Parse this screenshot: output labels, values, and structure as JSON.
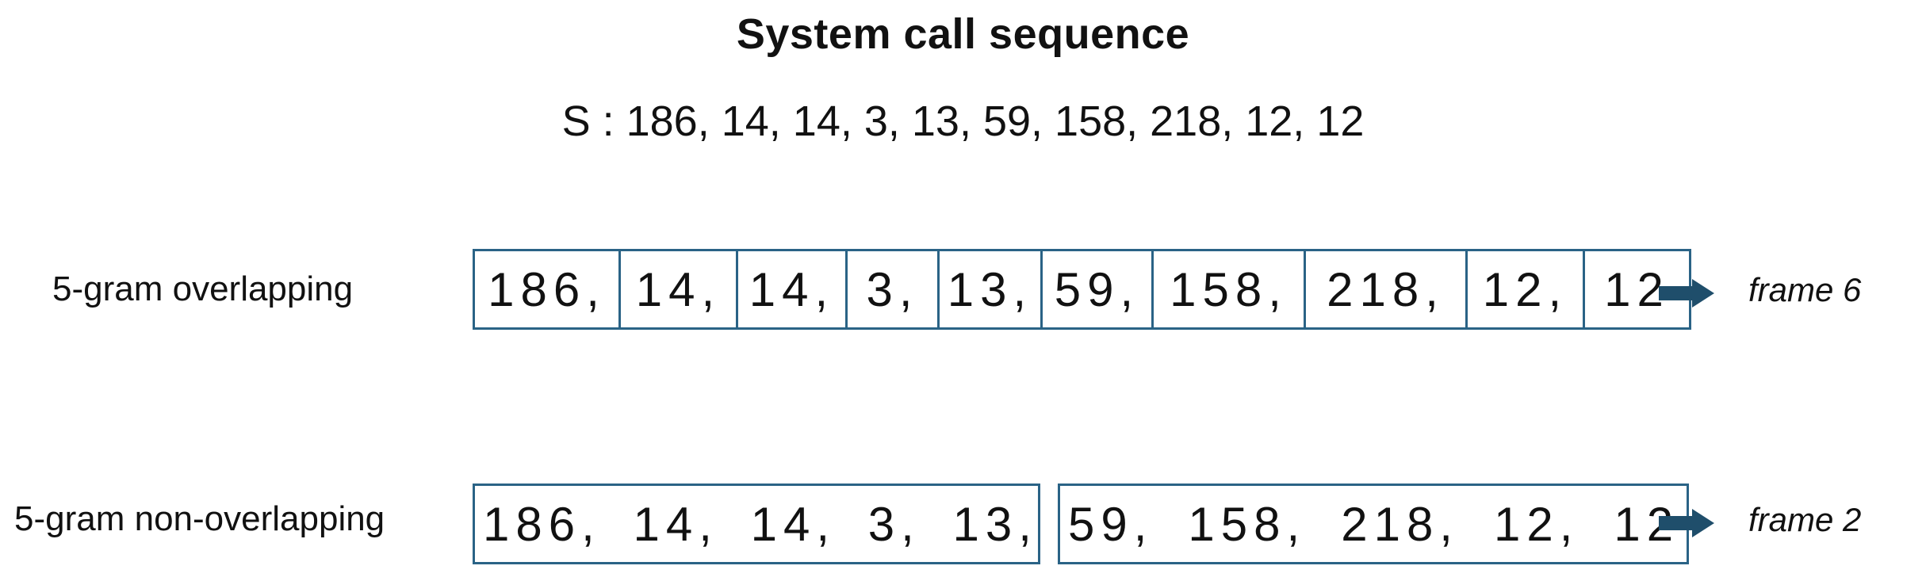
{
  "title": "System call sequence",
  "sequence": "S : 186, 14, 14, 3, 13, 59, 158, 218, 12, 12",
  "overlapping": {
    "label": "5-gram overlapping",
    "cells": [
      "186,",
      "14,",
      "14,",
      "3,",
      "13,",
      "59,",
      "158,",
      "218,",
      "12,",
      "12"
    ],
    "result": "frame 6"
  },
  "non_overlapping": {
    "label": "5-gram non-overlapping",
    "groups": [
      [
        "186,",
        "14,",
        "14,",
        "3,",
        "13,"
      ],
      [
        "59,",
        "158,",
        "218,",
        "12,",
        "12"
      ]
    ],
    "result": "frame 2"
  },
  "colors": {
    "box_border": "#2a6386",
    "arrow": "#1f4e6b"
  }
}
